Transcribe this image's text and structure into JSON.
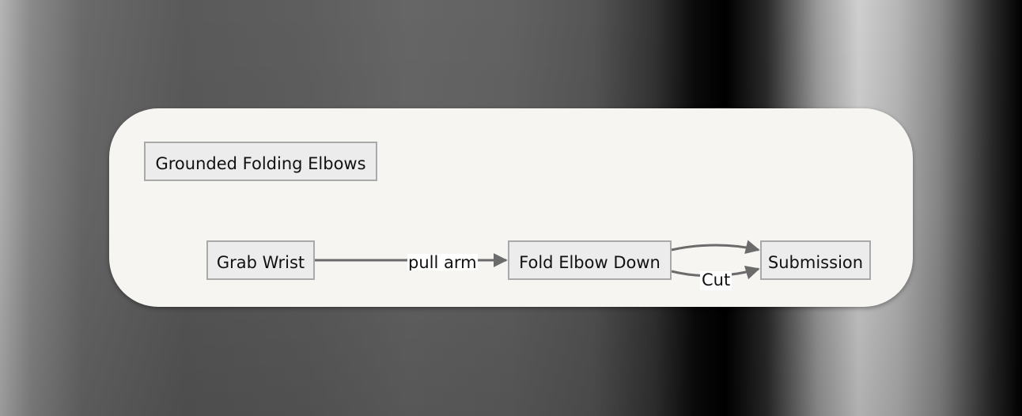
{
  "diagram": {
    "title": "Grounded Folding Elbows",
    "nodes": [
      {
        "id": "grab-wrist",
        "label": "Grab Wrist"
      },
      {
        "id": "fold-elbow-down",
        "label": "Fold Elbow Down"
      },
      {
        "id": "submission",
        "label": "Submission"
      }
    ],
    "edges": [
      {
        "from": "grab-wrist",
        "to": "fold-elbow-down",
        "label": "pull arm"
      },
      {
        "from": "fold-elbow-down",
        "to": "submission",
        "label": ""
      },
      {
        "from": "fold-elbow-down",
        "to": "submission",
        "label": "Cut"
      }
    ],
    "colors": {
      "card_bg": "#f6f5f1",
      "node_fill": "#ececec",
      "node_border": "#a9a9a9",
      "edge": "#6b6b6b",
      "text": "#111111"
    }
  }
}
